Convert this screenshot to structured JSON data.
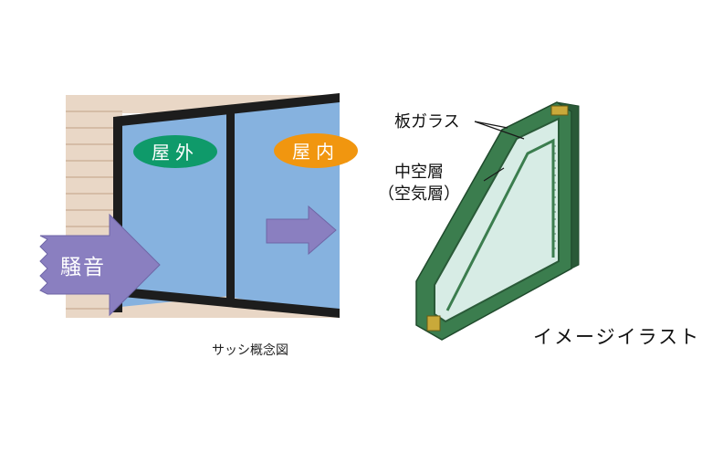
{
  "sash_diagram": {
    "label_outdoor": "屋外",
    "label_indoor": "屋内",
    "label_noise": "騒音",
    "caption": "サッシ概念図",
    "colors": {
      "outdoor_badge": "#0f9a6a",
      "indoor_badge": "#f1960f",
      "glass": "#86b2df",
      "frame": "#1d1d1d",
      "noise_arrow": "#8a7fc0",
      "wall_siding": "#e6d2c0"
    }
  },
  "glass_illustration": {
    "label_plate_glass": "板ガラス",
    "label_hollow_layer": "中空層",
    "label_air_layer": "（空気層）",
    "caption": "イメージイラスト",
    "colors": {
      "frame": "#3b7d4e",
      "frame_dark": "#2a5a38",
      "glass_pane": "#d7ece5"
    }
  }
}
